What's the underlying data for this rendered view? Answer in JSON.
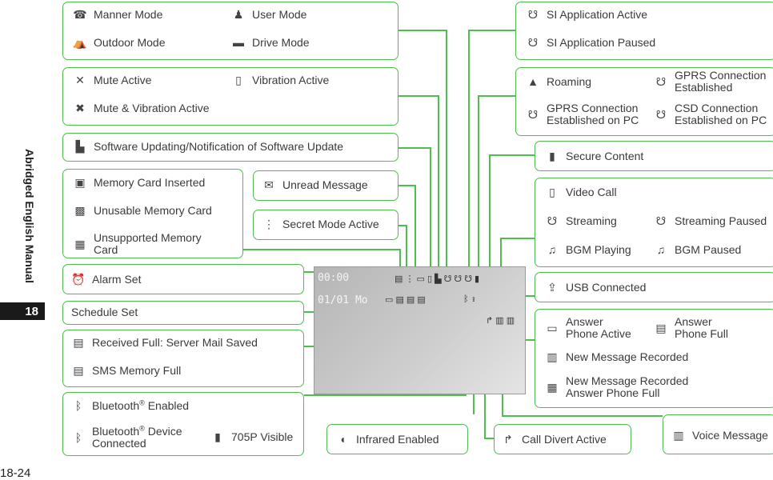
{
  "sidebar": {
    "title": "Abridged English Manual",
    "chapter": "18"
  },
  "page_number": "18-24",
  "screen": {
    "time": "00:00",
    "date": "01/01 Mo"
  },
  "icons": {
    "manner": "phone-vibrate-icon",
    "user": "person-icon",
    "outdoor": "tent-icon",
    "drive": "car-icon",
    "mute": "mute-icon",
    "vibration": "vibrate-icon",
    "mute_vib": "mute-vibrate-icon",
    "software": "software-update-icon",
    "mc_inserted": "memory-card-icon",
    "mc_unusable": "unusable-card-icon",
    "mc_unsupported": "unsupported-card-icon",
    "unread": "envelope-icon",
    "secret": "secret-mode-icon",
    "alarm": "alarm-clock-icon",
    "received_full": "mail-full-icon",
    "sms_full": "sms-full-icon",
    "bt_enabled": "bluetooth-icon",
    "bt_connected": "bluetooth-connected-icon",
    "visible": "visible-icon",
    "infrared": "infrared-icon",
    "call_divert": "call-divert-icon",
    "voice_message": "voice-message-icon",
    "si_active": "si-app-active-icon",
    "si_paused": "si-app-paused-icon",
    "roaming": "roaming-icon",
    "gprs": "gprs-icon",
    "gprs_pc": "gprs-pc-icon",
    "csd_pc": "csd-pc-icon",
    "secure": "secure-icon",
    "video_call": "video-call-icon",
    "streaming": "streaming-icon",
    "streaming_paused": "streaming-paused-icon",
    "bgm_playing": "music-note-icon",
    "bgm_paused": "music-paused-icon",
    "usb": "usb-icon",
    "answer_active": "answer-phone-icon",
    "answer_full": "answer-phone-full-icon",
    "new_msg": "new-message-icon",
    "new_msg_full": "new-message-full-icon"
  },
  "labels": {
    "manner_mode": "Manner Mode",
    "user_mode": "User Mode",
    "outdoor_mode": "Outdoor Mode",
    "drive_mode": "Drive Mode",
    "mute_active": "Mute Active",
    "vibration_active": "Vibration Active",
    "mute_vibration_active": "Mute & Vibration Active",
    "software_update": "Software Updating/Notification of Software Update",
    "memory_card_inserted": "Memory Card Inserted",
    "unusable_memory_card": "Unusable Memory Card",
    "unsupported_memory_card_1": "Unsupported Memory",
    "unsupported_memory_card_2": "Card",
    "unread_message": "Unread Message",
    "secret_mode_active": "Secret Mode Active",
    "alarm_set": "Alarm Set",
    "schedule_set": "Schedule Set",
    "received_full": "Received Full: Server Mail Saved",
    "sms_memory_full": "SMS Memory Full",
    "bluetooth_enabled": "Bluetooth",
    "bluetooth_enabled_suffix": "Enabled",
    "bluetooth_device_1": "Bluetooth",
    "bluetooth_device_1b": "Device",
    "bluetooth_device_2": "Connected",
    "registered": "®",
    "visible_705p": "705P Visible",
    "infrared_enabled": "Infrared Enabled",
    "call_divert_active": "Call Divert Active",
    "voice_message": "Voice Message",
    "si_app_active": "SI Application Active",
    "si_app_paused": "SI Application Paused",
    "roaming": "Roaming",
    "gprs_1": "GPRS Connection",
    "gprs_2": "Established",
    "gprs_pc_1": "GPRS Connection",
    "gprs_pc_2": "Established on PC",
    "csd_pc_1": "CSD Connection",
    "csd_pc_2": "Established on PC",
    "secure_content": "Secure Content",
    "video_call": "Video Call",
    "streaming": "Streaming",
    "streaming_paused": "Streaming Paused",
    "bgm_playing": "BGM Playing",
    "bgm_paused": "BGM Paused",
    "usb_connected": "USB Connected",
    "answer_active_1": "Answer",
    "answer_active_2": "Phone Active",
    "answer_full_1": "Answer",
    "answer_full_2": "Phone Full",
    "new_msg_recorded": "New Message Recorded",
    "new_msg_full_1": "New Message Recorded",
    "new_msg_full_2": "Answer Phone Full"
  },
  "colors": {
    "accent": "#4cc04c",
    "tab": "#1a1a1a"
  }
}
